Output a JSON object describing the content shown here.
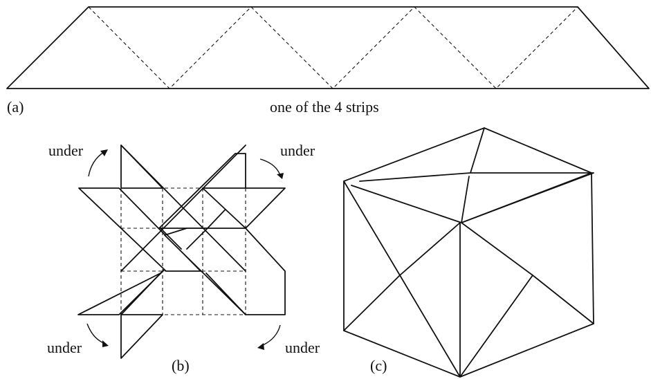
{
  "panel_a": {
    "label": "(a)",
    "caption": "one of the 4 strips"
  },
  "panel_b": {
    "label": "(b)",
    "under_top_left": "under",
    "under_top_right": "under",
    "under_bottom_left": "under",
    "under_bottom_right": "under"
  },
  "panel_c": {
    "label": "(c)"
  }
}
